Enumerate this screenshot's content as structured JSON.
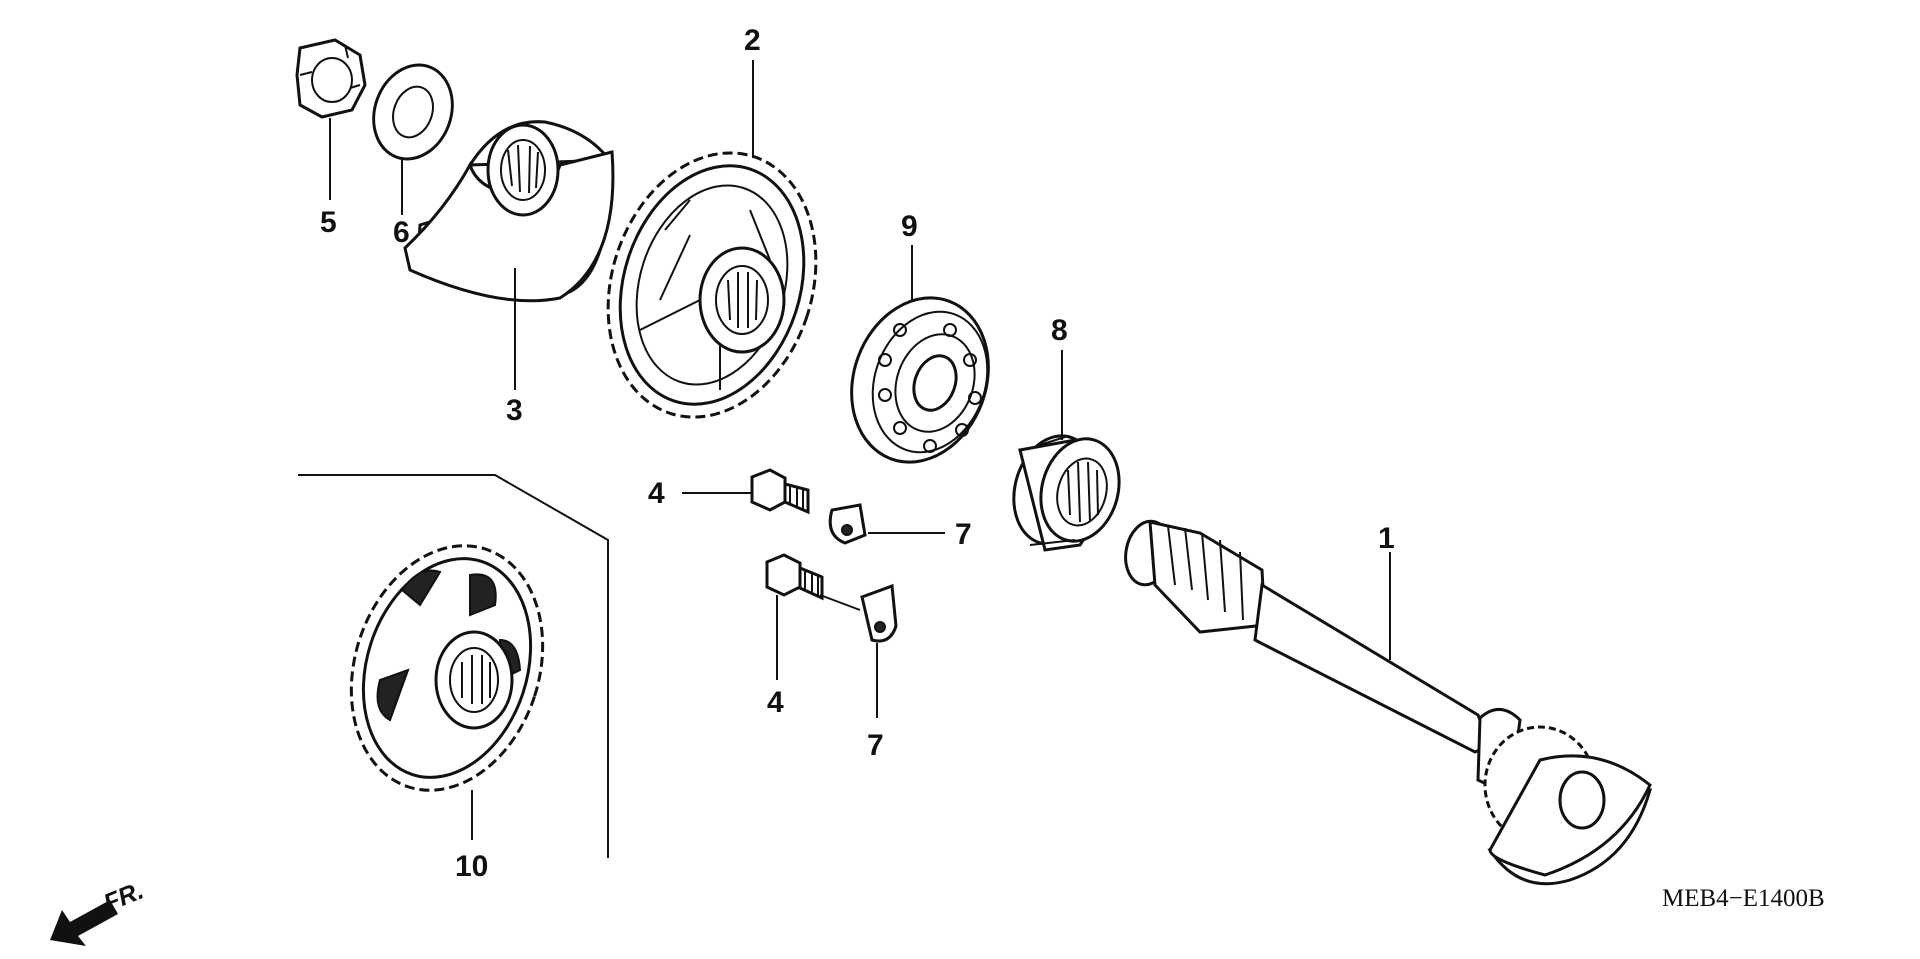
{
  "diagram": {
    "parts": [
      {
        "number": "1",
        "icon": "shaft-icon"
      },
      {
        "number": "2",
        "icon": "gear-icon"
      },
      {
        "number": "3",
        "icon": "plate-icon"
      },
      {
        "number": "4",
        "icon": "bolt-icon"
      },
      {
        "number": "5",
        "icon": "nut-icon"
      },
      {
        "number": "6",
        "icon": "washer-icon"
      },
      {
        "number": "7",
        "icon": "tab-icon"
      },
      {
        "number": "8",
        "icon": "needle-bearing-icon"
      },
      {
        "number": "9",
        "icon": "ball-bearing-icon"
      },
      {
        "number": "10",
        "icon": "gear-icon"
      }
    ],
    "diagram_code": "MEB4−E1400B",
    "direction_label": "FR."
  }
}
